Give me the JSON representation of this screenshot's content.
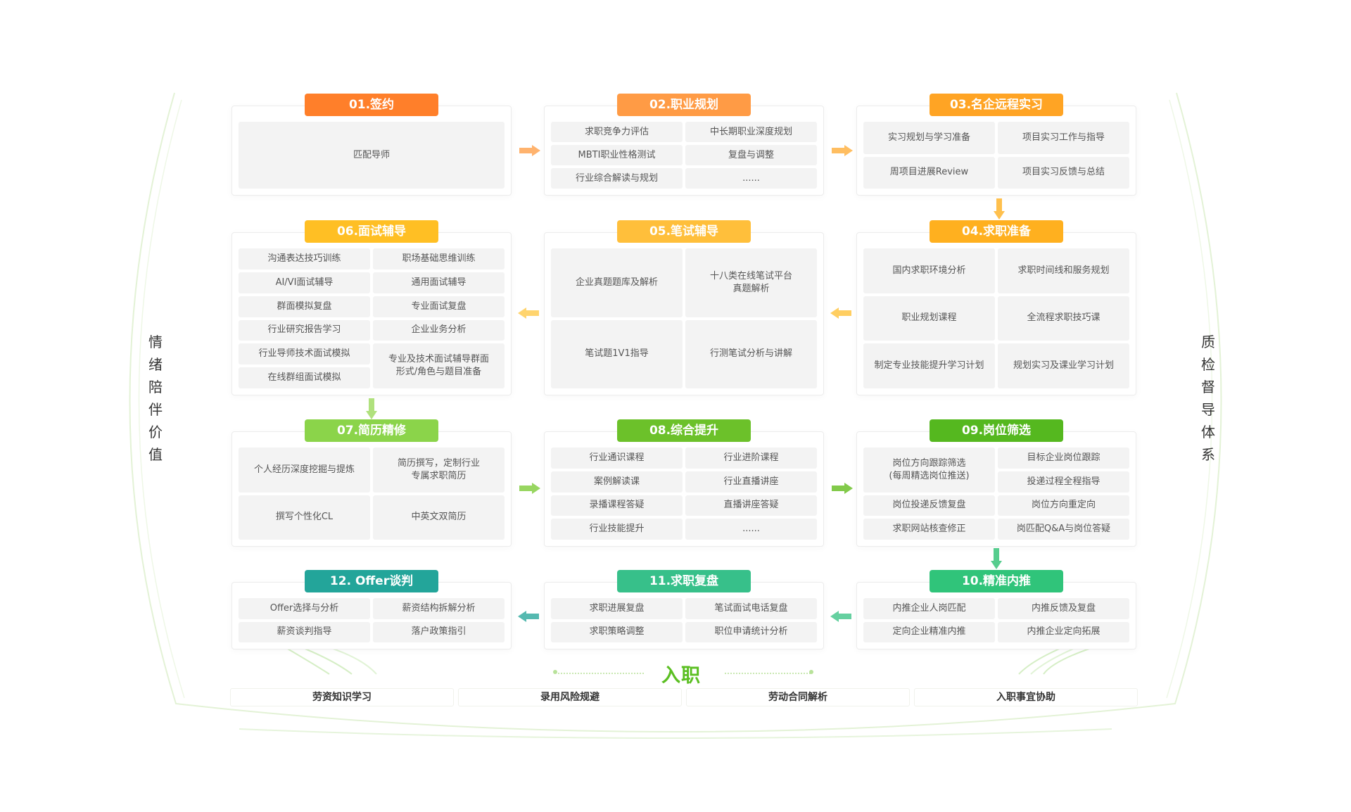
{
  "side_labels": {
    "left": "情\n绪\n陪\n伴\n价\n值",
    "right": "质\n检\n督\n导\n体\n系"
  },
  "colors": {
    "orange": "#ff7f2a",
    "orange_light": "#ff9b45",
    "amber": "#ffb01f",
    "yellow": "#ffbf24",
    "lime": "#8bd44a",
    "green": "#6cc12a",
    "green_mid": "#55b81f",
    "mint": "#30c47a",
    "teal_light": "#37c08a",
    "teal": "#23a59a"
  },
  "stages": {
    "s01": {
      "title": "01.签约",
      "items": [
        "匹配导师"
      ]
    },
    "s02": {
      "title": "02.职业规划",
      "items": [
        "求职竞争力评估",
        "中长期职业深度规划",
        "MBTI职业性格测试",
        "复盘与调整",
        "行业综合解读与规划",
        "......"
      ]
    },
    "s03": {
      "title": "03.名企远程实习",
      "items": [
        "实习规划与学习准备",
        "项目实习工作与指导",
        "周项目进展Review",
        "项目实习反馈与总结"
      ]
    },
    "s04": {
      "title": "04.求职准备",
      "items": [
        "国内求职环境分析",
        "求职时间线和服务规划",
        "职业规划课程",
        "全流程求职技巧课",
        "制定专业技能提升学习计划",
        "规划实习及课业学习计划"
      ]
    },
    "s05": {
      "title": "05.笔试辅导",
      "items": [
        "企业真题题库及解析",
        "十八类在线笔试平台\n真题解析",
        "笔试题1V1指导",
        "行测笔试分析与讲解"
      ]
    },
    "s06": {
      "title": "06.面试辅导",
      "items": [
        "沟通表达技巧训练",
        "职场基础思维训练",
        "AI/VI面试辅导",
        "通用面试辅导",
        "群面模拟复盘",
        "专业面试复盘",
        "行业研究报告学习",
        "企业业务分析",
        "行业导师技术面试模拟",
        "专业及技术面试辅导群面\n形式/角色与题目准备",
        "在线群组面试模拟"
      ]
    },
    "s07": {
      "title": "07.简历精修",
      "items": [
        "个人经历深度挖掘与提炼",
        "简历撰写，定制行业\n专属求职简历",
        "撰写个性化CL",
        "中英文双简历"
      ]
    },
    "s08": {
      "title": "08.综合提升",
      "items": [
        "行业通识课程",
        "行业进阶课程",
        "案例解读课",
        "行业直播讲座",
        "录播课程答疑",
        "直播讲座答疑",
        "行业技能提升",
        "......"
      ]
    },
    "s09": {
      "title": "09.岗位筛选",
      "items": [
        "岗位方向跟踪筛选\n(每周精选岗位推送)",
        "目标企业岗位跟踪",
        "投递过程全程指导",
        "岗位投递反馈复盘",
        "岗位方向重定向",
        "求职网站核查修正",
        "岗匹配Q&A与岗位答疑"
      ]
    },
    "s10": {
      "title": "10.精准内推",
      "items": [
        "内推企业人岗匹配",
        "内推反馈及复盘",
        "定向企业精准内推",
        "内推企业定向拓展"
      ]
    },
    "s11": {
      "title": "11.求职复盘",
      "items": [
        "求职进展复盘",
        "笔试面试电话复盘",
        "求职策略调整",
        "职位申请统计分析"
      ]
    },
    "s12": {
      "title": "12. Offer谈判",
      "items": [
        "Offer选择与分析",
        "薪资结构拆解分析",
        "薪资谈判指导",
        "落户政策指引"
      ]
    }
  },
  "onboarding": {
    "title": "入职",
    "items": [
      "劳资知识学习",
      "录用风险规避",
      "劳动合同解析",
      "入职事宜协助"
    ]
  }
}
